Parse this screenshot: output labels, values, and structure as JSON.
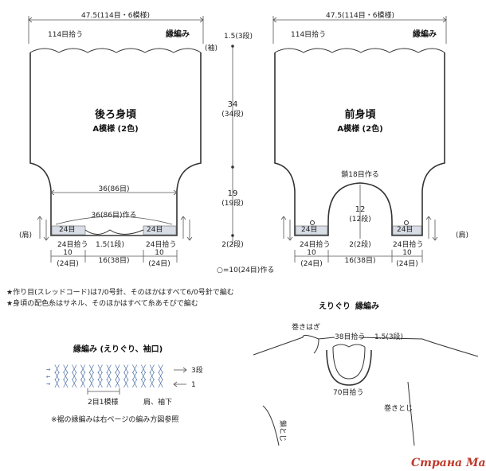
{
  "back": {
    "width_label": "47.5(114目・6模様)",
    "pickup_top": "114目拾う",
    "edge_label": "縁編み",
    "sleeve_label": "(袖)",
    "title": "後ろ身頃",
    "pattern": "A模様 (2色)",
    "width36": "36(86目)",
    "cast_on": "36(86目)作る",
    "shoulder_left": "24目",
    "shoulder_right": "24目",
    "pick_left": "24目拾う",
    "pick_right": "24目拾う",
    "neck_small": "1.5(1段)",
    "shoulder_label": "(肩)",
    "bottom_left": "10",
    "bottom_left_sts": "(24目)",
    "bottom_mid": "16(38目)",
    "bottom_right": "10",
    "bottom_right_sts": "(24目)"
  },
  "middle": {
    "top": "1.5(3段)",
    "len34": "34",
    "len34_rows": "(34段)",
    "len19": "19",
    "len19_rows": "(19段)",
    "len2": "2(2段)",
    "legend": "○=10(24目)作る"
  },
  "front": {
    "width_label": "47.5(114目・6模様)",
    "pickup_top": "114目拾う",
    "edge_label": "縁編み",
    "title": "前身頃",
    "pattern": "A模様 (2色)",
    "chain18": "鎖18目作る",
    "len12": "12",
    "len12_rows": "(12段)",
    "len2": "2(2段)",
    "shoulder_left": "24目",
    "shoulder_right": "24目",
    "pick_left": "24目拾う",
    "pick_right": "24目拾う",
    "shoulder_label": "(肩)",
    "bottom_left": "10",
    "bottom_left_sts": "(24目)",
    "bottom_mid": "16(38目)",
    "bottom_right": "10",
    "bottom_right_sts": "(24目)"
  },
  "notes": {
    "note1": "★作り目(スレッドコード)は7/0号針、そのほかはすべて6/0号針で編む",
    "note2": "★身頃の配色糸はサネル、そのほかはすべて糸あそびで編む"
  },
  "edge_chart": {
    "title": "縁編み (えりぐり、袖口)",
    "row3": "3段",
    "row1": "1",
    "repeat": "2目1模様",
    "shoulder": "肩、袖下",
    "ref": "※裾の縁編みは右ページの編み方図参照"
  },
  "collar": {
    "title": "えりぐり",
    "title_edge": "縁編み",
    "maki_hagi": "巻きはぎ",
    "pick38": "38目拾う",
    "rows15": "1.5(3段)",
    "pick70": "70目拾う",
    "maki_toji": "巻きとじ",
    "kusari_toji": "鎖とじ"
  },
  "watermark": "Страна Мам"
}
